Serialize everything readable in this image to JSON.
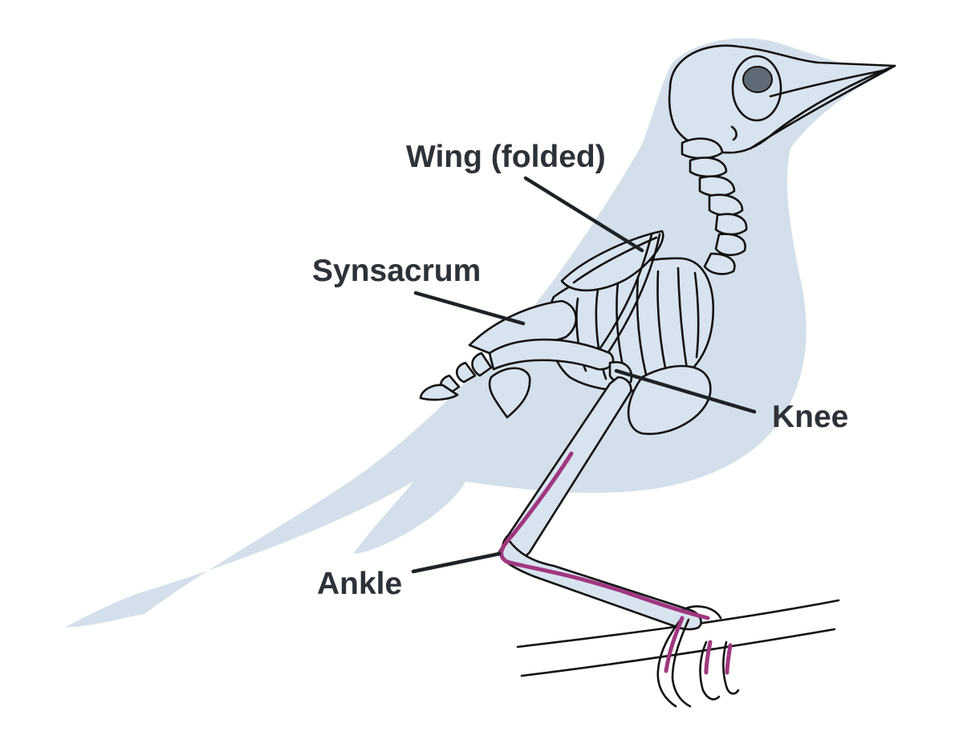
{
  "labels": {
    "wing": "Wing (folded)",
    "synsacrum": "Synsacrum",
    "knee": "Knee",
    "ankle": "Ankle"
  },
  "colors": {
    "silhouette": "#d3e0eb",
    "bone_outline": "#111111",
    "label_text": "#2d3238",
    "leg_highlight": "#a0377f",
    "eye": "#5e6a76"
  }
}
